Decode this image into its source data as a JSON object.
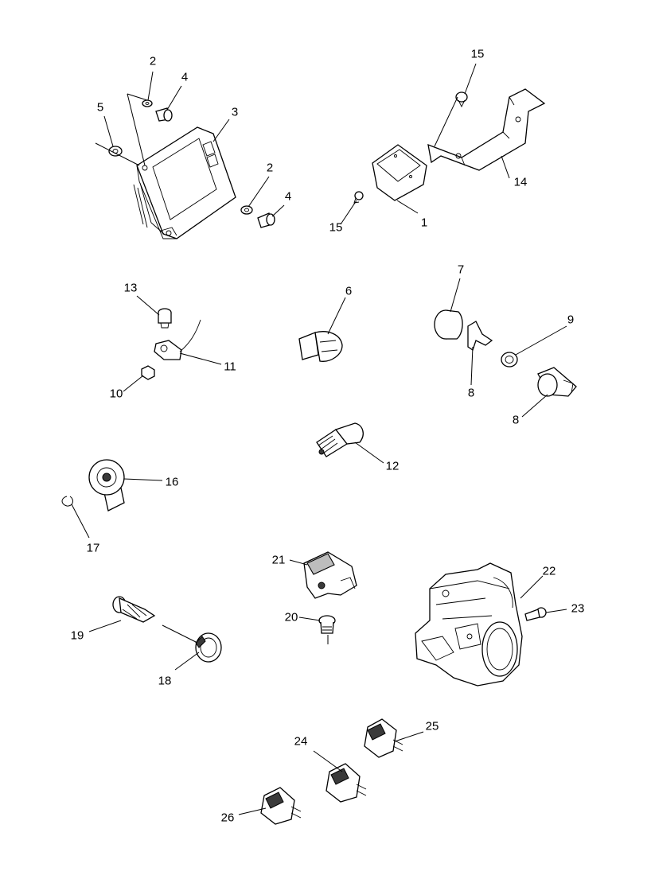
{
  "callouts": {
    "c1": "1",
    "c2a": "2",
    "c2b": "2",
    "c3": "3",
    "c4a": "4",
    "c4b": "4",
    "c5": "5",
    "c6": "6",
    "c7": "7",
    "c8a": "8",
    "c8b": "8",
    "c9": "9",
    "c10": "10",
    "c11": "11",
    "c12": "12",
    "c13": "13",
    "c14": "14",
    "c15a": "15",
    "c15b": "15",
    "c16": "16",
    "c17": "17",
    "c18": "18",
    "c19": "19",
    "c20": "20",
    "c21": "21",
    "c22": "22",
    "c23": "23",
    "c24": "24",
    "c25": "25",
    "c26": "26"
  }
}
